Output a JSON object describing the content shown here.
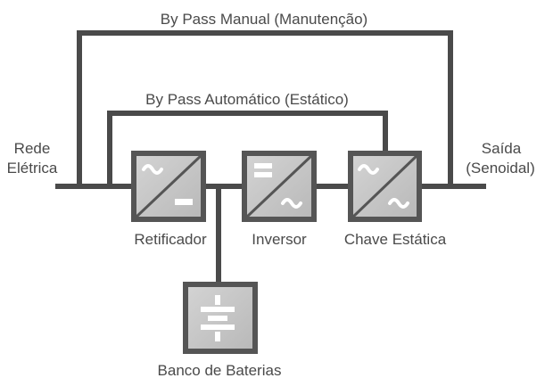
{
  "diagram": {
    "bypass_manual_label": "By Pass Manual (Manutenção)",
    "bypass_auto_label": "By Pass Automático (Estático)",
    "input_label_line1": "Rede",
    "input_label_line2": "Elétrica",
    "output_label_line1": "Saída",
    "output_label_line2": "(Senoidal)",
    "rectifier_label": "Retificador",
    "inverter_label": "Inversor",
    "static_switch_label": "Chave Estática",
    "battery_label": "Banco de Baterias"
  },
  "colors": {
    "line": "#4a4a4a",
    "block_face": "#c6c6c6",
    "block_border": "#555555",
    "glyph": "#ffffff",
    "text": "#4a4a4a"
  }
}
